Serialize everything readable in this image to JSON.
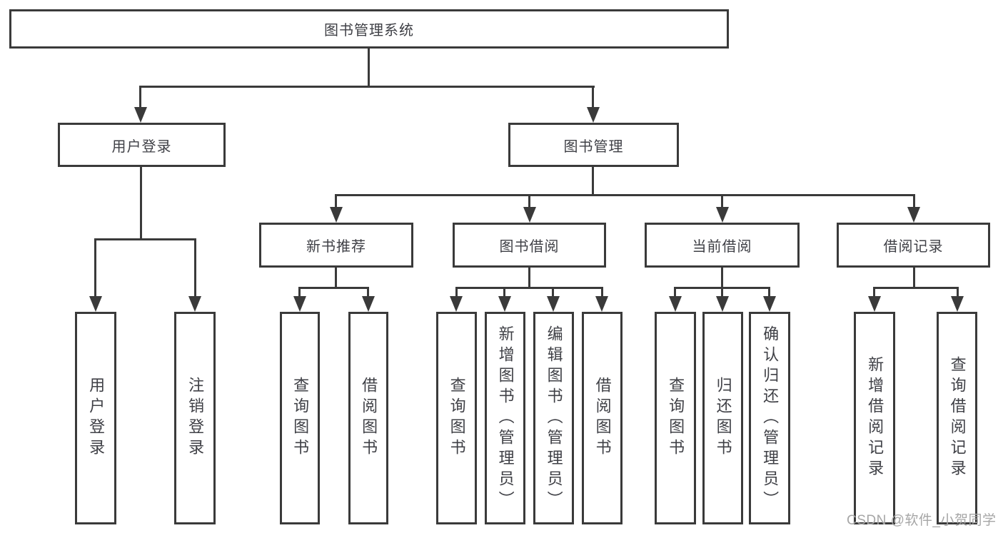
{
  "tree": {
    "label": "图书管理系统",
    "children": [
      {
        "label": "用户登录",
        "children": [
          {
            "label": "用户登录"
          },
          {
            "label": "注销登录"
          }
        ]
      },
      {
        "label": "图书管理",
        "children": [
          {
            "label": "新书推荐",
            "children": [
              {
                "label": "查询图书"
              },
              {
                "label": "借阅图书"
              }
            ]
          },
          {
            "label": "图书借阅",
            "children": [
              {
                "label": "查询图书"
              },
              {
                "label": "新增图书（管理员）"
              },
              {
                "label": "编辑图书（管理员）"
              },
              {
                "label": "借阅图书"
              }
            ]
          },
          {
            "label": "当前借阅",
            "children": [
              {
                "label": "查询图书"
              },
              {
                "label": "归还图书"
              },
              {
                "label": "确认归还（管理员）"
              }
            ]
          },
          {
            "label": "借阅记录",
            "children": [
              {
                "label": "新增借阅记录"
              },
              {
                "label": "查询借阅记录"
              }
            ]
          }
        ]
      }
    ]
  },
  "watermark": "CSDN @软件_小贺同学",
  "colors": {
    "line": "#3a3a3a",
    "box_border": "#3a3a3a",
    "text": "#3f4046",
    "watermark": "#a6a6a6",
    "background": "#ffffff"
  }
}
